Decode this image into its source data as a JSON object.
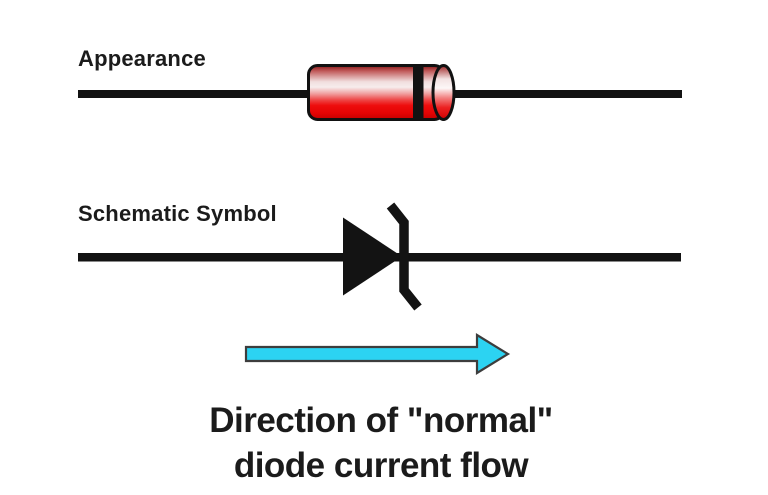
{
  "labels": {
    "appearance": "Appearance",
    "schematic": "Schematic Symbol"
  },
  "caption": {
    "line1": "Direction of \"normal\"",
    "line2": "diode current flow"
  },
  "colors": {
    "wire": "#121212",
    "text": "#1b1b1b",
    "diode_body_red": "#ee0d0d",
    "diode_band": "#121212",
    "symbol_black": "#131313",
    "arrow_fill": "#2cd3f2",
    "arrow_outline": "#3d3d3d"
  }
}
